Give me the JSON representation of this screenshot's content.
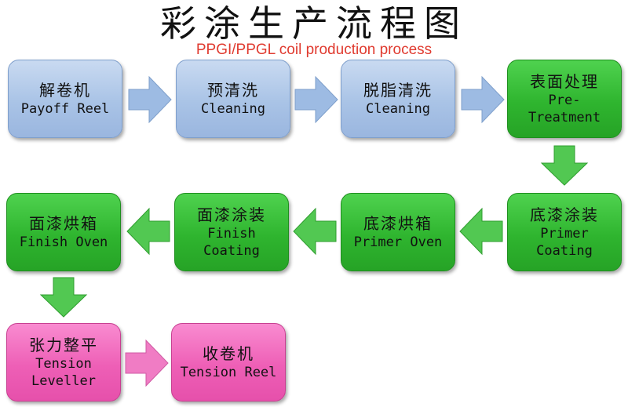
{
  "title": {
    "chinese": "彩涂生产流程图",
    "english": "PPGI/PPGL coil production process"
  },
  "steps": {
    "payoff": {
      "cn": "解卷机",
      "en": "Payoff Reel"
    },
    "precleaning": {
      "cn": "预清洗",
      "en": "Cleaning"
    },
    "degreasing": {
      "cn": "脱脂清洗",
      "en": "Cleaning"
    },
    "pretreatment": {
      "cn": "表面处理",
      "en": "Pre-\nTreatment"
    },
    "primer_coating": {
      "cn": "底漆涂装",
      "en": "Primer\nCoating"
    },
    "primer_oven": {
      "cn": "底漆烘箱",
      "en": "Primer Oven"
    },
    "finish_coating": {
      "cn": "面漆涂装",
      "en": "Finish\nCoating"
    },
    "finish_oven": {
      "cn": "面漆烘箱",
      "en": "Finish Oven"
    },
    "tension_leveller": {
      "cn": "张力整平",
      "en": "Tension\nLeveller"
    },
    "tension_reel": {
      "cn": "收卷机",
      "en": "Tension Reel"
    }
  },
  "colors": {
    "blue_box": "#a9c3e6",
    "green_box": "#2fb52f",
    "pink_box": "#ee5fb6",
    "blue_arrow": "#9dbbe3",
    "green_arrow": "#52c852",
    "pink_arrow": "#f07cc4",
    "subtitle": "#e03a2f"
  }
}
